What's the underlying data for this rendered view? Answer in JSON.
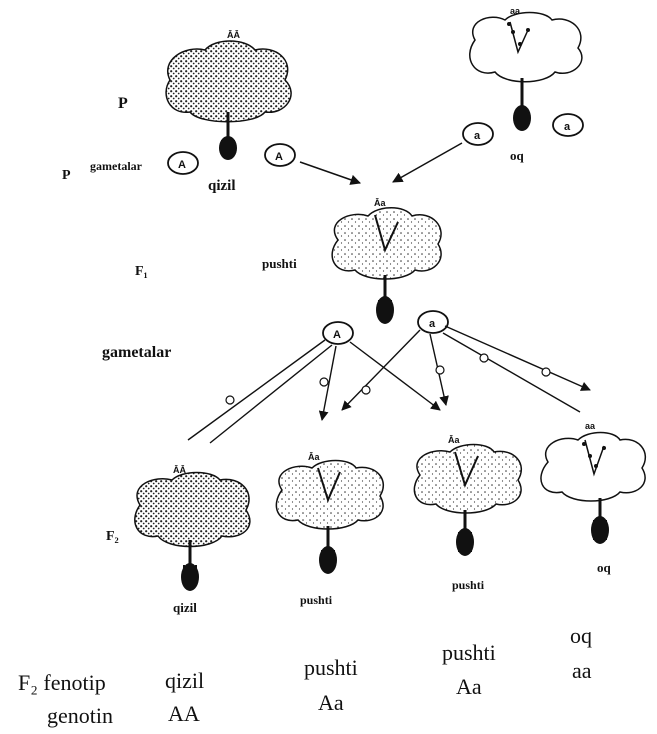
{
  "diagram": {
    "generation_labels": {
      "p": "P",
      "p_gametes": "P",
      "f1": "F₁",
      "f2": "F₂"
    },
    "gametes_word_p": "gametalar",
    "gametes_word_f1": "gametalar",
    "parents": [
      {
        "genotype": "ĀĀ",
        "color_name": "qizil"
      },
      {
        "genotype": "aa",
        "color_name": "oq"
      }
    ],
    "p_gametes": [
      "A",
      "A",
      "a",
      "a"
    ],
    "f1": {
      "genotype": "Āa",
      "color_name": "pushti"
    },
    "f1_gametes": [
      "A",
      "a"
    ],
    "f2": [
      {
        "genotype": "ĀĀ",
        "color_name": "qizil"
      },
      {
        "genotype": "Āa",
        "color_name": "pushti"
      },
      {
        "genotype": "Āa",
        "color_name": "pushti"
      },
      {
        "genotype": "aa",
        "color_name": "oq"
      }
    ],
    "summary": {
      "row_label_phenotype": "F₂ fenotip",
      "row_label_genotype": "genotin",
      "phenotypes": [
        "qizil",
        "pushti",
        "pushti",
        "oq"
      ],
      "genotypes": [
        "AA",
        "Aa",
        "Aa",
        "aa"
      ]
    },
    "flower_shading": {
      "red": "#444444",
      "pink": "#9a9a9a",
      "white": "#ffffff"
    }
  }
}
